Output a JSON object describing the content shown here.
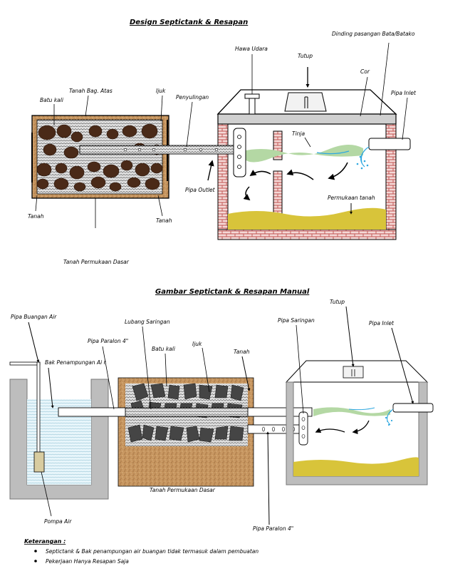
{
  "top_diagram": {
    "title": "Design Septictank & Resapan",
    "labels": {
      "wall": "Dinding pasangan Bata/Batako",
      "air_vent": "Hawa Udara",
      "cover": "Tutup",
      "concrete": "Cor",
      "inlet_pipe": "Pipa Inlet",
      "feces": "Tinja",
      "ground_surface": "Permukaan tanah",
      "outlet_pipe": "Pipa Outlet",
      "gravel": "Batu kali",
      "top_soil": "Tanah Bag. Atas",
      "fiber": "Ijuk",
      "filtering": "Penyulingan",
      "soil_left": "Tanah",
      "soil_bottom": "Tanah",
      "base_soil": "Tanah Permukaan Dasar"
    }
  },
  "bottom_diagram": {
    "title": "Gambar Septictank & Resapan Manual",
    "labels": {
      "cover": "Tutup",
      "drain_pipe": "Pipa Buangan  Air",
      "filter_pipe": "Pipa Saringan",
      "inlet_pipe": "Pipa Inlet",
      "filter_hole": "Lubang Saringan",
      "paralon_top": "Pipa Paralon 4\"",
      "gravel": "Batu kali",
      "fiber": "Ijuk",
      "soil": "Tanah",
      "collector_tank": "Bak Penampungan  Ai r",
      "base_soil": "Tanah Permukaan Dasar",
      "pump": "Pompa Air",
      "paralon_bottom": "Pipa Paralon 4\""
    }
  },
  "notes": {
    "title": "Keterangan :",
    "items": [
      "Septictank & Bak penampungan  air buangan  tidak termasuk dalam pembuatan",
      "Pekerjaan Hanya Resapan Saja"
    ]
  },
  "colors": {
    "brick": "#c0504d",
    "sludge": "#d8c43a",
    "water_green": "#b4d8a4",
    "water_blue": "#2fa8e0",
    "soil": "#c6955f",
    "rock_brown": "#4a2a18",
    "rock_gray": "#454545",
    "concrete": "#d0d0d0"
  }
}
